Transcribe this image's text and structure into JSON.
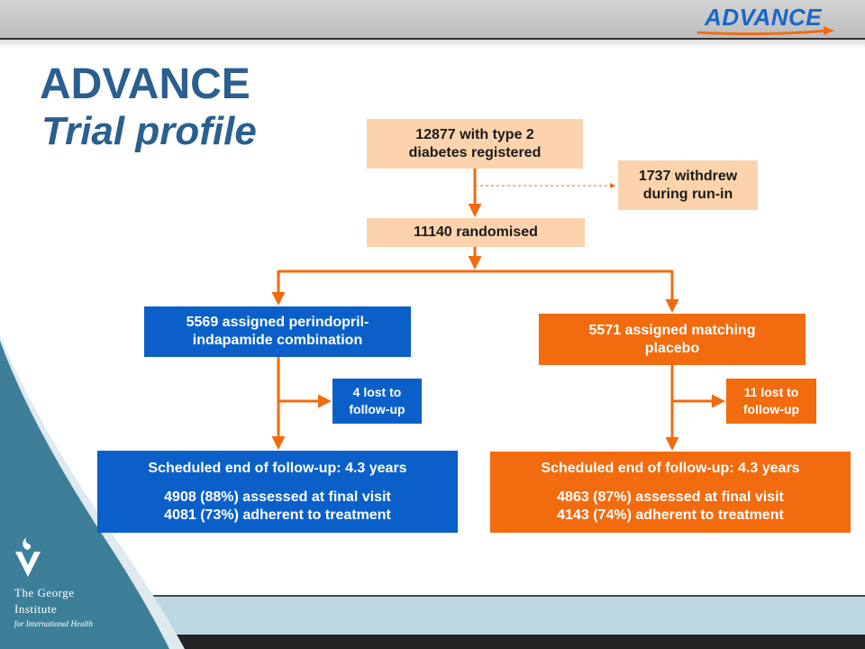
{
  "header": {
    "logo_text": "ADVANCE"
  },
  "title": {
    "main": "ADVANCE",
    "sub": "Trial profile"
  },
  "flow": {
    "registered": [
      "12877 with type 2",
      "diabetes registered"
    ],
    "withdrew": [
      "1737 withdrew",
      "during run-in"
    ],
    "randomised": "11140  randomised",
    "active_arm": [
      "5569 assigned perindopril-",
      "indapamide combination"
    ],
    "placebo_arm": [
      "5571 assigned matching",
      "placebo"
    ],
    "active_lost": [
      "4 lost to",
      "follow-up"
    ],
    "placebo_lost": [
      "11 lost to",
      "follow-up"
    ],
    "active_end": {
      "heading": "Scheduled end of follow-up: 4.3 years",
      "assessed": "4908 (88%) assessed at final visit",
      "adherent": "4081 (73%) adherent to treatment"
    },
    "placebo_end": {
      "heading": "Scheduled end of follow-up: 4.3 years",
      "assessed": "4863 (87%) assessed at final visit",
      "adherent": "4143 (74%) adherent to treatment"
    }
  },
  "institute": {
    "line1": "The George",
    "line2": "Institute",
    "line3": "for International Health"
  },
  "colors": {
    "title": "#2a5f8f",
    "peach": "#fcd3ad",
    "active_blue": "#0a60c8",
    "placebo_orange": "#f26b0f",
    "connector": "#f26b0f",
    "teal_panel": "#3d7f99"
  }
}
